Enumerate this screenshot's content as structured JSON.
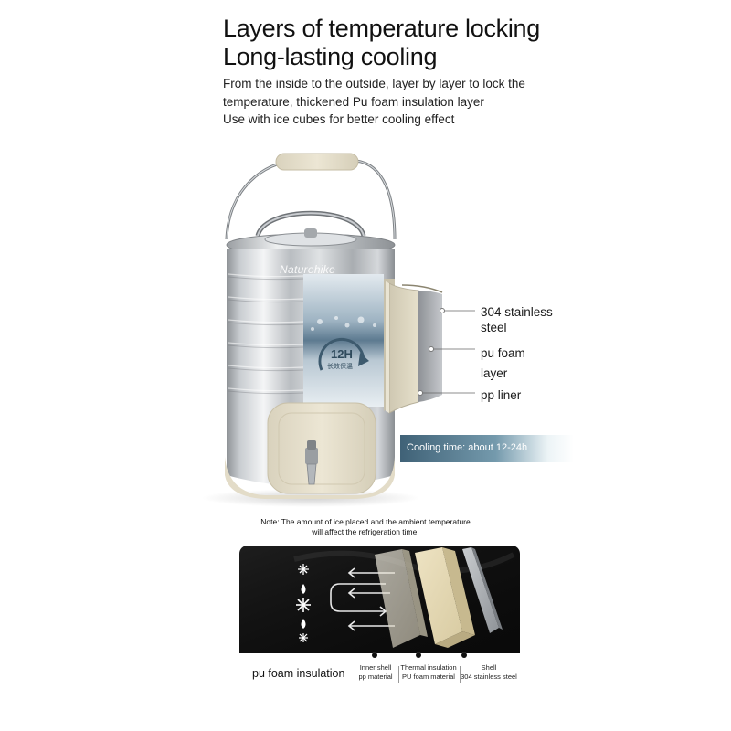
{
  "header": {
    "title_line1": "Layers of temperature locking",
    "title_line2": "Long-lasting cooling"
  },
  "description": {
    "line1": "From the inside to the outside, layer by layer to lock the",
    "line2": "temperature, thickened Pu foam insulation layer",
    "line3": "Use with ice cubes for better cooling effect"
  },
  "product": {
    "brand": "Naturehike",
    "badge_main": "12H",
    "badge_sub": "长效保温",
    "layers": [
      {
        "line1": "304 stainless",
        "line2": "steel"
      },
      {
        "line1": "pu foam",
        "line2": "layer"
      },
      {
        "line1": "pp liner",
        "line2": ""
      }
    ],
    "cooling_time": "Cooling time: about 12-24h"
  },
  "note": {
    "line1": "Note: The amount of ice placed and the ambient temperature",
    "line2": "will affect the refrigeration time."
  },
  "diagram": {
    "title": "pu foam insulation",
    "captions": [
      {
        "line1": "Inner shell",
        "line2": "pp material"
      },
      {
        "line1": "Thermal insulation",
        "line2": "PU foam material"
      },
      {
        "line1": "Shell",
        "line2": "304 stainless steel"
      }
    ],
    "icons": [
      "snowflake-icon",
      "water-drop-icon",
      "snowflake-icon",
      "water-drop-icon",
      "snowflake-icon"
    ]
  }
}
